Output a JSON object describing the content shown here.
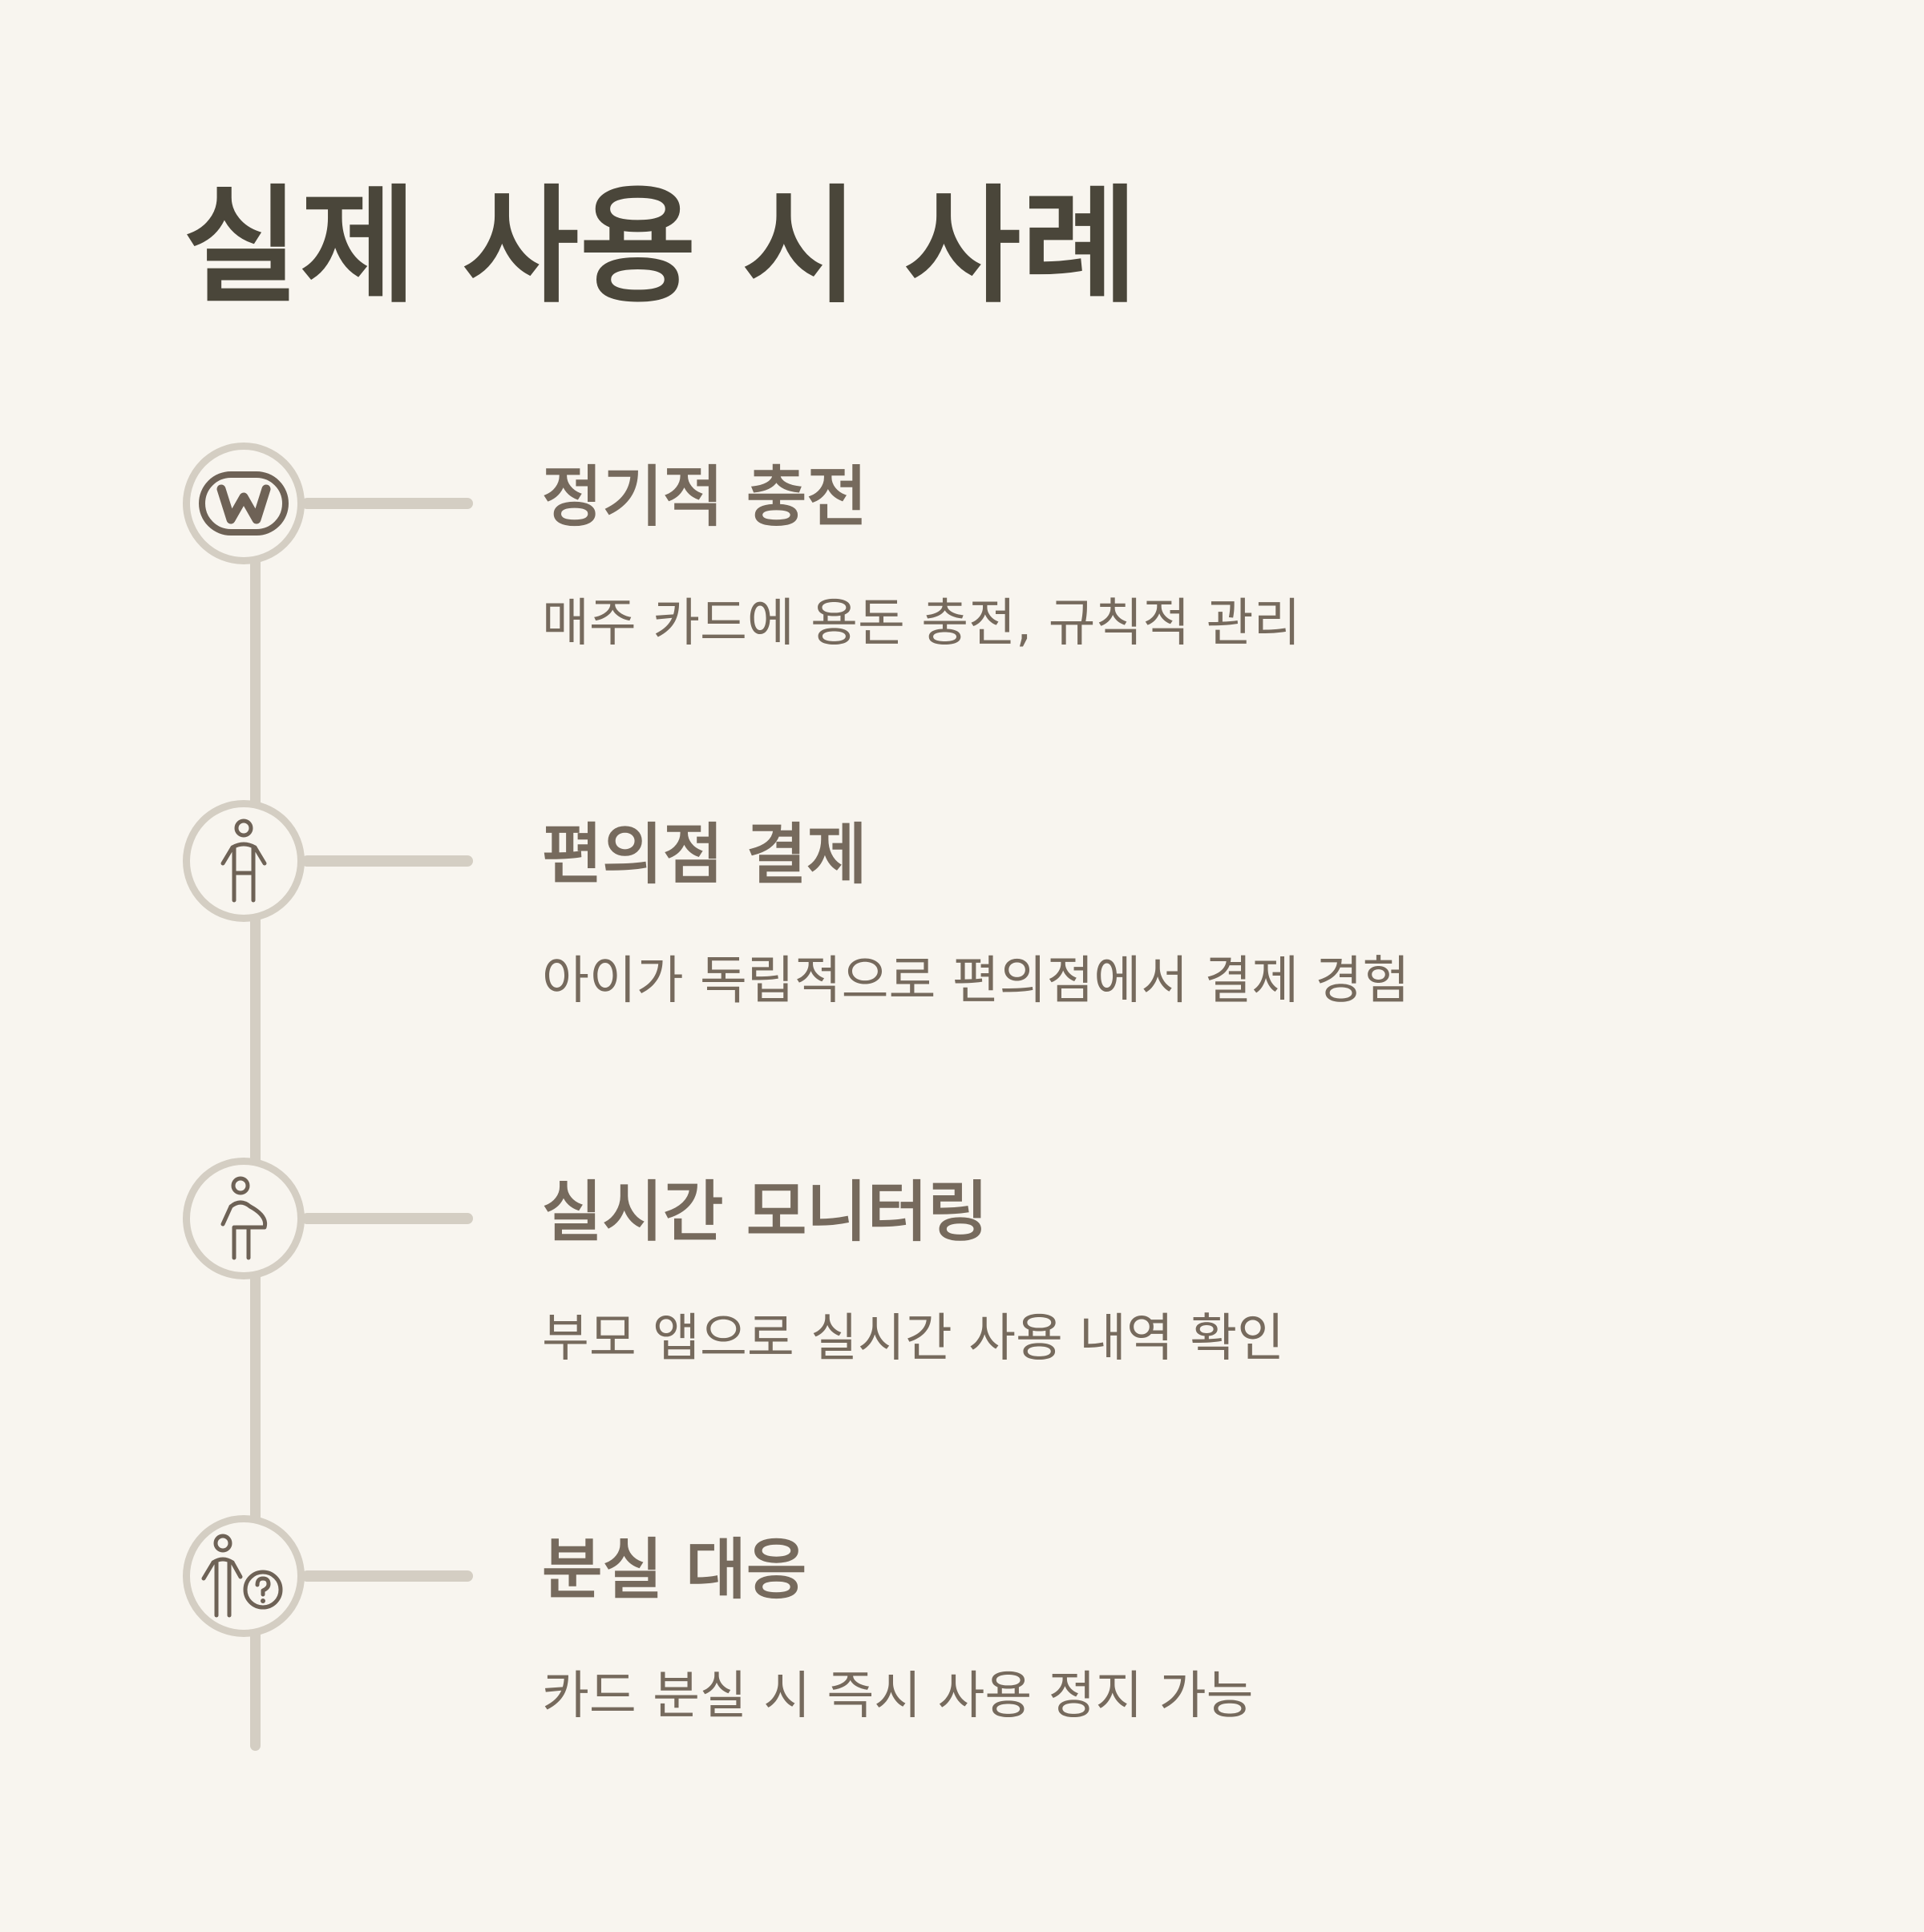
{
  "title": "실제 사용 시 사례",
  "colors": {
    "background": "#f8f5ef",
    "title": "#4a463a",
    "text": "#766a5d",
    "line": "#d4cec3"
  },
  "steps": [
    {
      "icon": "w-logo-icon",
      "heading": "정기적 충전",
      "description": "매주 카드에 용돈 충전, 규칙적 관리"
    },
    {
      "icon": "child-icon",
      "heading": "편의점 결제",
      "description": "아이가 독립적으로 편의점에서 결제 경험"
    },
    {
      "icon": "parent-icon",
      "heading": "실시간 모니터링",
      "description": "부모 앱으로 실시간 사용 내역 확인"
    },
    {
      "icon": "person-question-icon",
      "heading": "분실 대응",
      "description": "카드 분실 시 즉시 사용 정지 가능"
    }
  ]
}
